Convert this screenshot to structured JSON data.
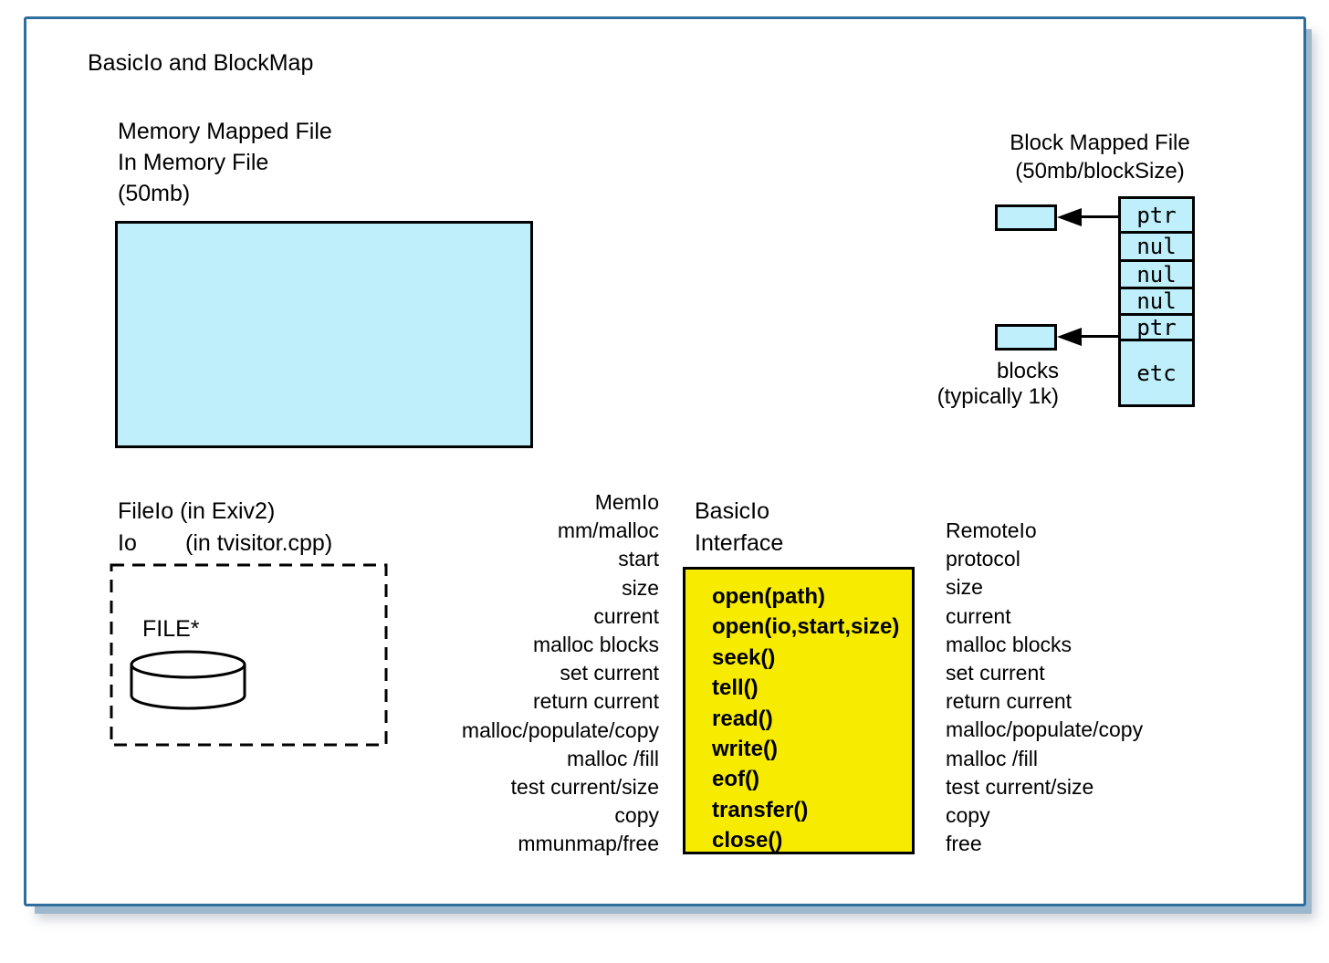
{
  "title": "BasicIo and BlockMap",
  "memory_mapped": {
    "label_lines": [
      "Memory Mapped File",
      "In Memory File",
      "(50mb)"
    ]
  },
  "block_mapped": {
    "label_lines": [
      "Block Mapped File",
      "(50mb/blockSize)"
    ],
    "cells": [
      "ptr",
      "nul",
      "nul",
      "nul",
      "ptr",
      "etc"
    ],
    "blocks_label_lines": [
      "blocks",
      "(typically 1k)"
    ]
  },
  "fileio": {
    "line1": "FileIo (in Exiv2)",
    "line2_left": "Io",
    "line2_right": "(in tvisitor.cpp)",
    "file_label": "FILE*"
  },
  "memio": {
    "title": "MemIo",
    "items": [
      "mm/malloc",
      "start",
      "size",
      "current",
      "malloc blocks",
      "set current",
      "return current",
      "malloc/populate/copy",
      "malloc /fill",
      "test current/size",
      "copy",
      "mmunmap/free"
    ]
  },
  "basicio": {
    "label_lines": [
      "BasicIo",
      "Interface"
    ],
    "methods": [
      "open(path)",
      "open(io,start,size)",
      "seek()",
      "tell()",
      "read()",
      "write()",
      "eof()",
      "transfer()",
      "close()"
    ]
  },
  "remoteio": {
    "title": "RemoteIo",
    "items": [
      "protocol",
      "size",
      "current",
      "malloc blocks",
      "set current",
      "return current",
      "malloc/populate/copy",
      "malloc /fill",
      "test current/size",
      "copy",
      "free"
    ]
  },
  "colors": {
    "frame_border": "#2E6D9C",
    "frame_shadow": "#9DB7CD",
    "cell_fill": "#BEEFFB",
    "interface_fill": "#F7EB00",
    "text": "#000000"
  }
}
